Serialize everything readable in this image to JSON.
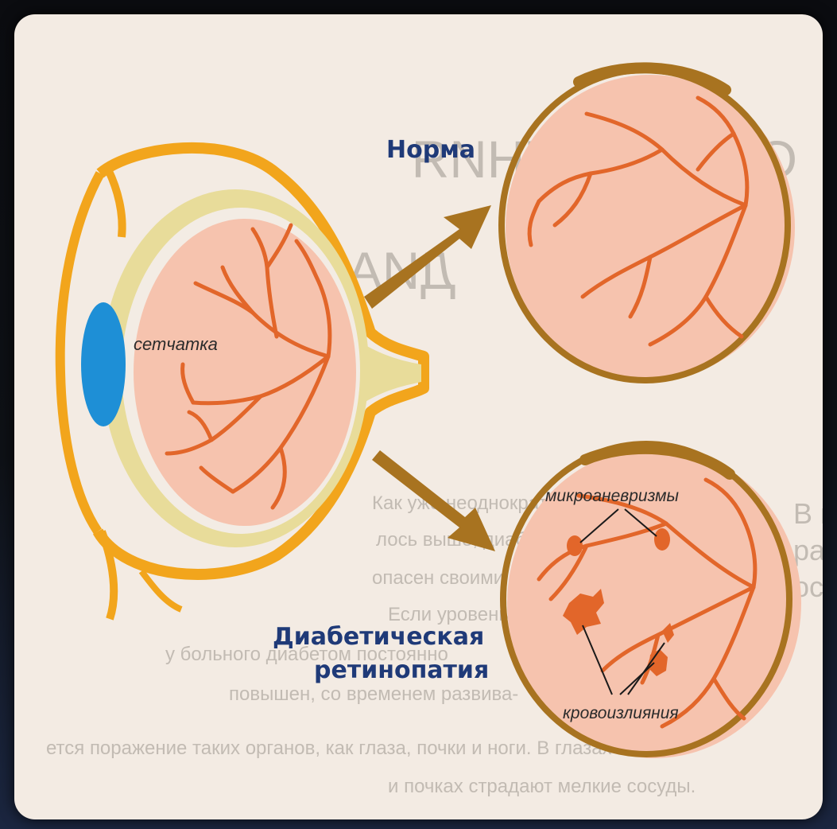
{
  "labels": {
    "normal": "Норма",
    "retina": "сетчатка",
    "diabetic_line1": "Диабетическая",
    "diabetic_line2": "ретинопатия",
    "microaneurysms": "микроаневризмы",
    "hemorrhages": "кровоизлияния"
  },
  "background_text": {
    "mirrored_heading_1": "ОСЛОЖНЕНИЯ",
    "mirrored_heading_2": "ДИАБЕТА",
    "side_heading_1": "В каких",
    "side_heading_2": "развиваются",
    "side_heading_3": "осложнения?",
    "para_lines": [
      "Как уже неоднократно замеча-",
      "лось выше, диабет особенно",
      "опасен своими осложнениями.",
      "Если уровень сахара крови",
      "у больного диабетом постоянно",
      "повышен, со временем развива-"
    ],
    "bottom_line_1": "ется поражение таких органов, как глаза, почки и ноги. В глазах",
    "bottom_line_2": "и почках страдают мелкие сосуды."
  },
  "colors": {
    "frame": "#0c0e12",
    "paper": "#f3ebe3",
    "retina_fill": "#f6c3ae",
    "vessel": "#e2662a",
    "eye_outer": "#f2a51c",
    "eye_inner": "#e8dc9a",
    "lens": "#1e8fd6",
    "arrow": "#a87320",
    "fundus_ring": "#a87320",
    "title": "#1f3a78"
  }
}
